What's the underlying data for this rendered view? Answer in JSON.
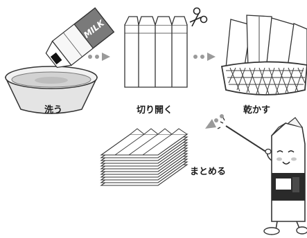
{
  "steps": [
    {
      "label": "洗う"
    },
    {
      "label": "切り開く"
    },
    {
      "label": "乾かす"
    },
    {
      "label": "まとめる"
    }
  ],
  "carton_text": "MILK",
  "colors": {
    "outline": "#333333",
    "carton_panel": "#ffffff",
    "carton_band": "#7a7a7a",
    "basin_fill": "#e4e4e4",
    "water_fill": "#d2d2d2",
    "arrow": "#9a9a9a",
    "basket": "#3c3c3c",
    "mascot_band": "#2a2a2a"
  },
  "icons": [
    "scissors-icon",
    "pointer-stick-icon"
  ]
}
